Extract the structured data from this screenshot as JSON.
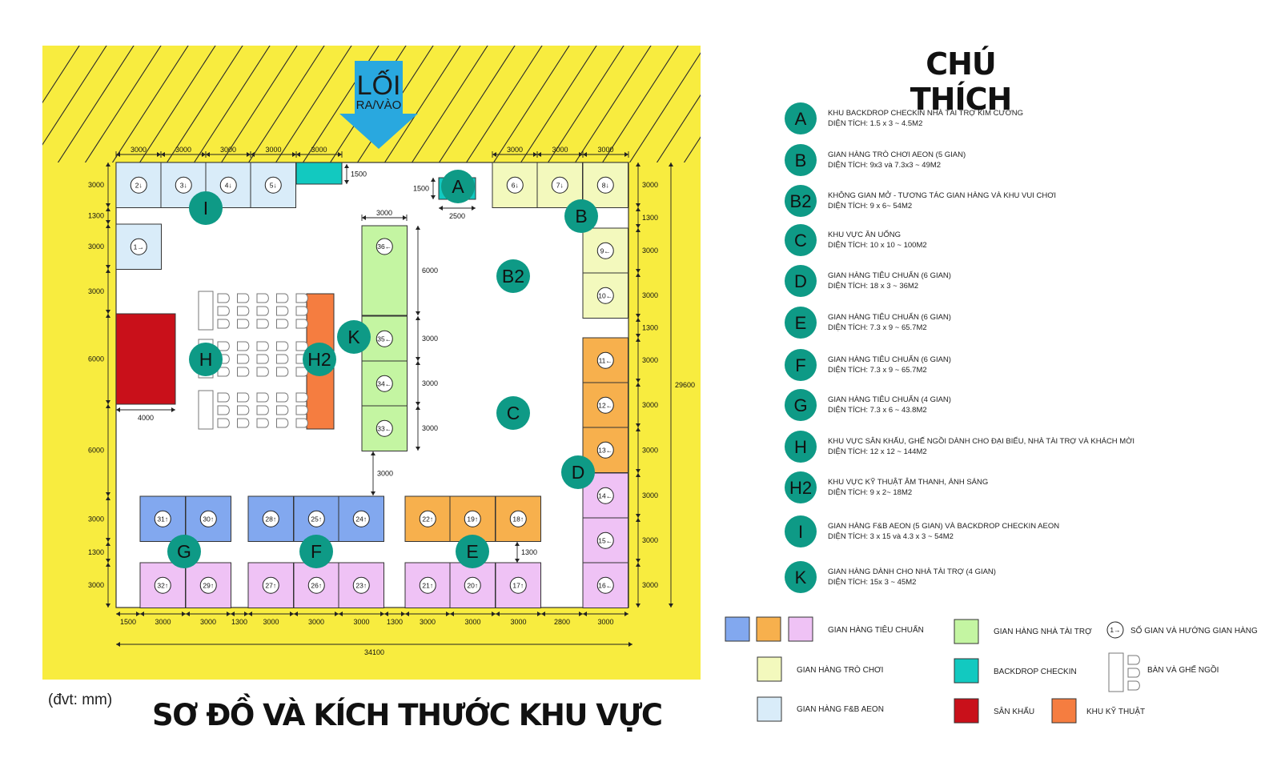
{
  "colors": {
    "hatch_bg": "#f8ec3f",
    "hatch_line": "#2a2a2a",
    "floor": "#ffffff",
    "teal": "#0e9a86",
    "arrow": "#29a8df",
    "standard_blue": "#82a8ef",
    "standard_orange": "#f7b04d",
    "standard_pink": "#efc2f5",
    "sponsor_green": "#c4f5a2",
    "game_yellow": "#f3f9bd",
    "fnb_blue": "#d9ecf9",
    "backdrop_teal": "#12c9c0",
    "stage_red": "#c9101a",
    "tech_orange": "#f57d40"
  },
  "entrance": {
    "line1": "LỐI",
    "line2": "RA/VÀO"
  },
  "unit_note": "(đvt: mm)",
  "plan_title": "SƠ ĐỒ VÀ KÍCH THƯỚC KHU VỰC",
  "legend_title": "CHÚ THÍCH",
  "zones": [
    {
      "code": "A",
      "desc": "KHU BACKDROP CHECKIN NHÀ TÀI TRỢ KIM CƯƠNG",
      "area": "DIỆN TÍCH: 1.5 x 3 ~ 4.5M2"
    },
    {
      "code": "B",
      "desc": "GIAN HÀNG TRÒ CHƠI AEON (5 GIAN)",
      "area": "DIỆN TÍCH: 9x3 và 7.3x3 ~ 49M2"
    },
    {
      "code": "B2",
      "desc": "KHÔNG GIAN MỞ - TƯƠNG TÁC GIAN HÀNG VÀ KHU VUI CHƠI",
      "area": "DIỆN TÍCH: 9 x 6~ 54M2"
    },
    {
      "code": "C",
      "desc": "KHU VỰC ĂN UỐNG",
      "area": "DIỆN TÍCH: 10 x 10 ~ 100M2"
    },
    {
      "code": "D",
      "desc": "GIAN HÀNG TIÊU CHUẨN (6 GIAN)",
      "area": "DIỆN TÍCH: 18 x 3 ~ 36M2"
    },
    {
      "code": "E",
      "desc": "GIAN HÀNG TIÊU CHUẨN (6 GIAN)",
      "area": "DIỆN TÍCH: 7.3 x 9 ~ 65.7M2"
    },
    {
      "code": "F",
      "desc": "GIAN HÀNG TIÊU CHUẨN (6 GIAN)",
      "area": "DIỆN TÍCH: 7.3 x 9 ~ 65.7M2"
    },
    {
      "code": "G",
      "desc": "GIAN HÀNG TIÊU CHUẨN (4 GIAN)",
      "area": "DIỆN TÍCH: 7.3 x 6 ~ 43.8M2"
    },
    {
      "code": "H",
      "desc": "KHU VỰC SÂN KHẤU, GHẾ NGỒI DÀNH CHO ĐẠI BIỂU, NHÀ TÀI TRỢ VÀ KHÁCH MỜI",
      "area": "DIỆN TÍCH: 12 x 12 ~ 144M2"
    },
    {
      "code": "H2",
      "desc": "KHU VỰC KỸ THUẬT ÂM THANH, ÁNH SÁNG",
      "area": "DIỆN TÍCH: 9 x 2~ 18M2"
    },
    {
      "code": "I",
      "desc": "GIAN HÀNG F&B AEON (5 GIAN) VÀ BACKDROP CHECKIN AEON",
      "area": "DIỆN TÍCH:  3 x 15 và 4.3 x 3 ~ 54M2"
    },
    {
      "code": "K",
      "desc": "GIAN HÀNG DÀNH CHO NHÀ TÀI TRỢ (4 GIAN)",
      "area": "DIỆN TÍCH: 15x 3 ~ 45M2"
    }
  ],
  "legend_keys": {
    "standard": "GIAN HÀNG TIÊU CHUẨN",
    "game": "GIAN HÀNG TRÒ CHƠI",
    "fnb": "GIAN HÀNG F&B AEON",
    "sponsor": "GIAN HÀNG NHÀ TÀI TRỢ",
    "backdrop": "BACKDROP CHECKIN",
    "stage": "SÂN KHẤU",
    "tech": "KHU KỸ THUẬT",
    "booth_dir": "SỐ GIAN VÀ HƯỚNG GIAN HÀNG",
    "booth_dir_sample": "1→",
    "tables": "BÀN VÀ GHẾ NGỒI"
  },
  "area_labels": [
    "A",
    "B",
    "B2",
    "C",
    "D",
    "E",
    "F",
    "G",
    "H",
    "H2",
    "I",
    "K"
  ],
  "booths": [
    {
      "label": "2↓",
      "type": "fnb"
    },
    {
      "label": "3↓",
      "type": "fnb"
    },
    {
      "label": "4↓",
      "type": "fnb"
    },
    {
      "label": "5↓",
      "type": "fnb"
    },
    {
      "label": "1→",
      "type": "fnb"
    },
    {
      "label": "6↓",
      "type": "game"
    },
    {
      "label": "7↓",
      "type": "game"
    },
    {
      "label": "8↓",
      "type": "game"
    },
    {
      "label": "9←",
      "type": "game"
    },
    {
      "label": "10←",
      "type": "game"
    },
    {
      "label": "11←",
      "type": "orange"
    },
    {
      "label": "12←",
      "type": "orange"
    },
    {
      "label": "13←",
      "type": "orange"
    },
    {
      "label": "14←",
      "type": "pink"
    },
    {
      "label": "15←",
      "type": "pink"
    },
    {
      "label": "16←",
      "type": "pink"
    },
    {
      "label": "36←",
      "type": "sponsor"
    },
    {
      "label": "35←",
      "type": "sponsor"
    },
    {
      "label": "34←",
      "type": "sponsor"
    },
    {
      "label": "33←",
      "type": "sponsor"
    },
    {
      "label": "31↑",
      "type": "blue"
    },
    {
      "label": "30↑",
      "type": "blue"
    },
    {
      "label": "28↑",
      "type": "blue"
    },
    {
      "label": "25↑",
      "type": "blue"
    },
    {
      "label": "24↑",
      "type": "blue"
    },
    {
      "label": "22↑",
      "type": "orange"
    },
    {
      "label": "19↑",
      "type": "orange"
    },
    {
      "label": "18↑",
      "type": "orange"
    },
    {
      "label": "32↑",
      "type": "pink"
    },
    {
      "label": "29↑",
      "type": "pink"
    },
    {
      "label": "27↑",
      "type": "pink"
    },
    {
      "label": "26↑",
      "type": "pink"
    },
    {
      "label": "23↑",
      "type": "pink"
    },
    {
      "label": "21↑",
      "type": "pink"
    },
    {
      "label": "20↑",
      "type": "pink"
    },
    {
      "label": "17↑",
      "type": "pink"
    }
  ],
  "dimensions": {
    "top": [
      "3000",
      "3000",
      "3000",
      "3000",
      "3000",
      "3000",
      "3000",
      "3000"
    ],
    "bottom": [
      "1500",
      "3000",
      "3000",
      "1300",
      "3000",
      "3000",
      "3000",
      "1300",
      "3000",
      "3000",
      "3000",
      "2800",
      "3000"
    ],
    "total_width": "34100",
    "left": [
      "3000",
      "1300",
      "3000",
      "3000",
      "6000",
      "6000",
      "3000",
      "1300",
      "3000"
    ],
    "right": [
      "3000",
      "1300",
      "3000",
      "3000",
      "1300",
      "3000",
      "3000",
      "3000",
      "3000",
      "3000",
      "3000"
    ],
    "total_height": "29600",
    "misc": [
      "1500",
      "1500",
      "2500",
      "3000",
      "6000",
      "3000",
      "3000",
      "3000",
      "3000",
      "4000",
      "1300"
    ]
  }
}
